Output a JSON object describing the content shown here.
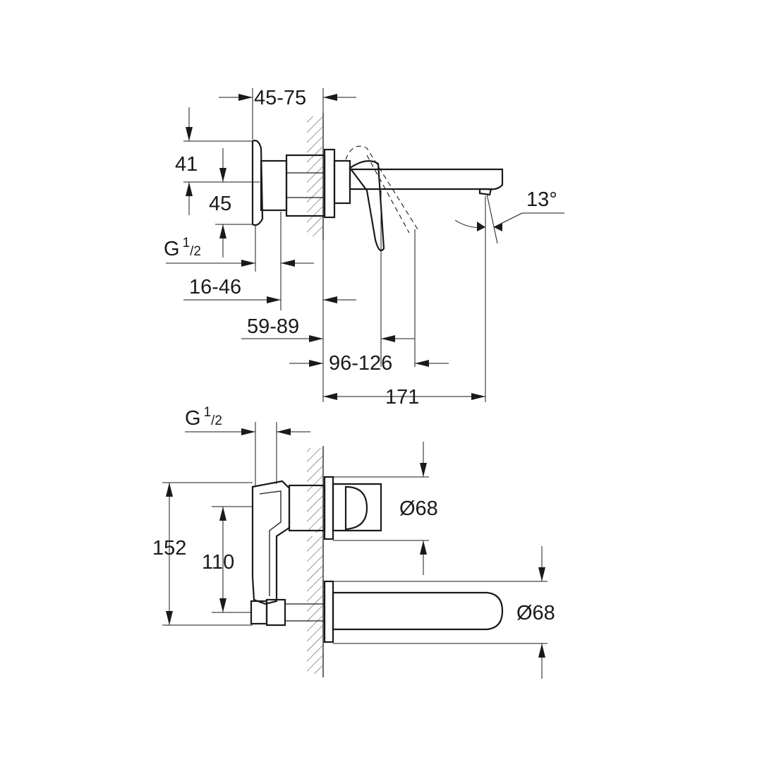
{
  "side_view": {
    "dim_45_75": "45-75",
    "dim_41": "41",
    "dim_45": "45",
    "thread": {
      "g": "G",
      "num": "1",
      "den": "2"
    },
    "dim_16_46": "16-46",
    "dim_59_89": "59-89",
    "dim_96_126": "96-126",
    "dim_171": "171",
    "angle": "13°"
  },
  "front_view": {
    "thread": {
      "g": "G",
      "num": "1",
      "den": "2"
    },
    "dim_152": "152",
    "dim_110": "110",
    "dia_handle": "Ø68",
    "dia_spout": "Ø68"
  }
}
